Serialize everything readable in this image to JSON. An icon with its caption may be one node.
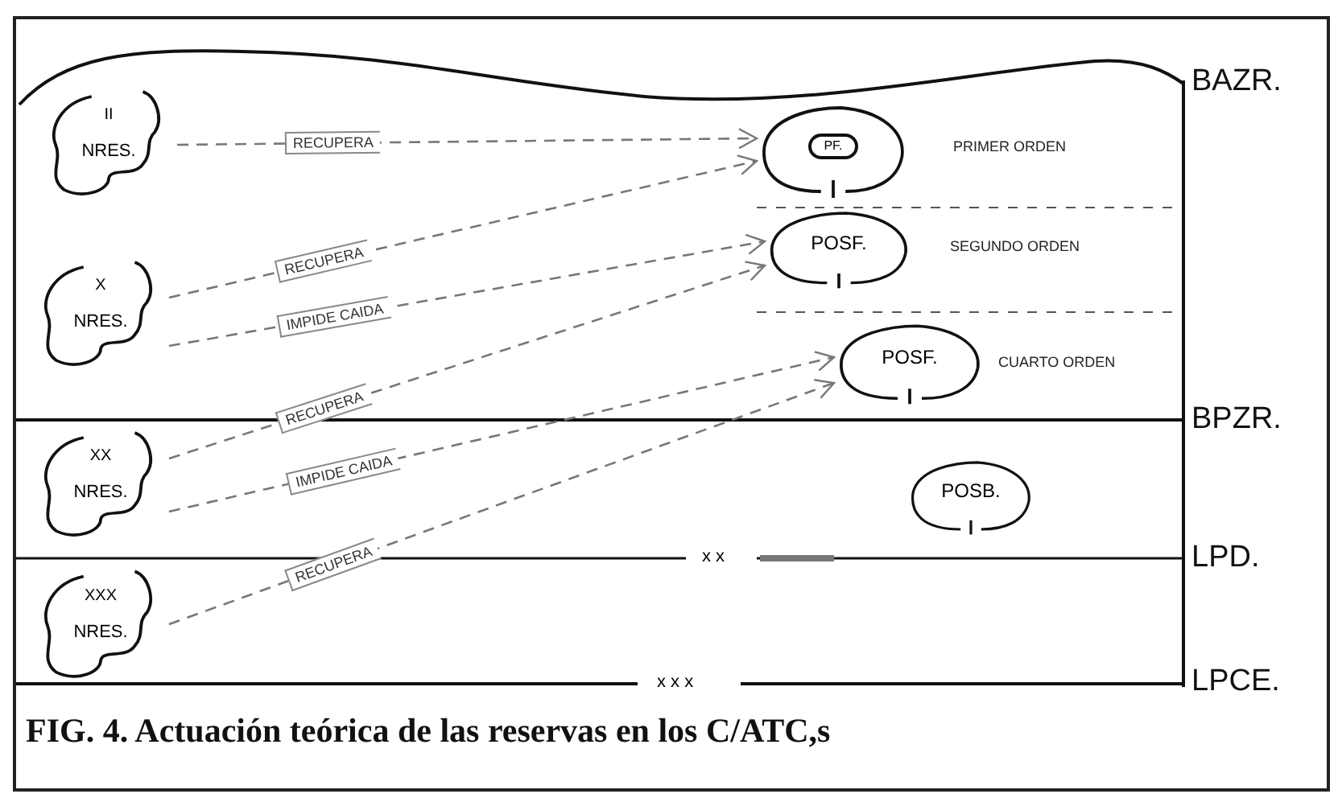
{
  "diagram": {
    "caption": "FIG. 4. Actuación teórica de las reservas en los C/ATC,s",
    "nodes": [
      {
        "text": [
          "II",
          "NRES."
        ]
      },
      {
        "text": [
          "X",
          "NRES."
        ]
      },
      {
        "text": [
          "XX",
          "NRES."
        ]
      },
      {
        "text": [
          "XXX",
          "NRES."
        ]
      },
      {
        "text": [
          "PF."
        ],
        "beside": [
          "PRIMER ORDEN"
        ]
      },
      {
        "text": [
          "POSF."
        ],
        "beside": [
          "SEGUNDO ORDEN"
        ]
      },
      {
        "text": [
          "POSF."
        ],
        "beside": [
          "CUARTO ORDEN"
        ]
      },
      {
        "text": [
          "POSB."
        ]
      }
    ],
    "edges": [
      {
        "from": 0,
        "to": 4,
        "arrow": "to",
        "label": "RECUPERA",
        "style": "dashed"
      },
      {
        "from": 1,
        "to": 4,
        "arrow": "to",
        "label": "RECUPERA",
        "style": "dashed"
      },
      {
        "from": 1,
        "to": 5,
        "arrow": "to",
        "label": "IMPIDE CAIDA",
        "style": "dashed"
      },
      {
        "from": 2,
        "to": 5,
        "arrow": "to",
        "label": "RECUPERA",
        "style": "dashed"
      },
      {
        "from": 2,
        "to": 6,
        "arrow": "to",
        "label": "IMPIDE CAIDA",
        "style": "dashed"
      },
      {
        "from": 3,
        "to": 6,
        "arrow": "to",
        "label": "RECUPERA",
        "style": "dashed"
      }
    ],
    "labels": [
      "BAZR.",
      "BPZR.",
      "x x",
      "LPD.",
      "x x x",
      "LPCE."
    ]
  }
}
